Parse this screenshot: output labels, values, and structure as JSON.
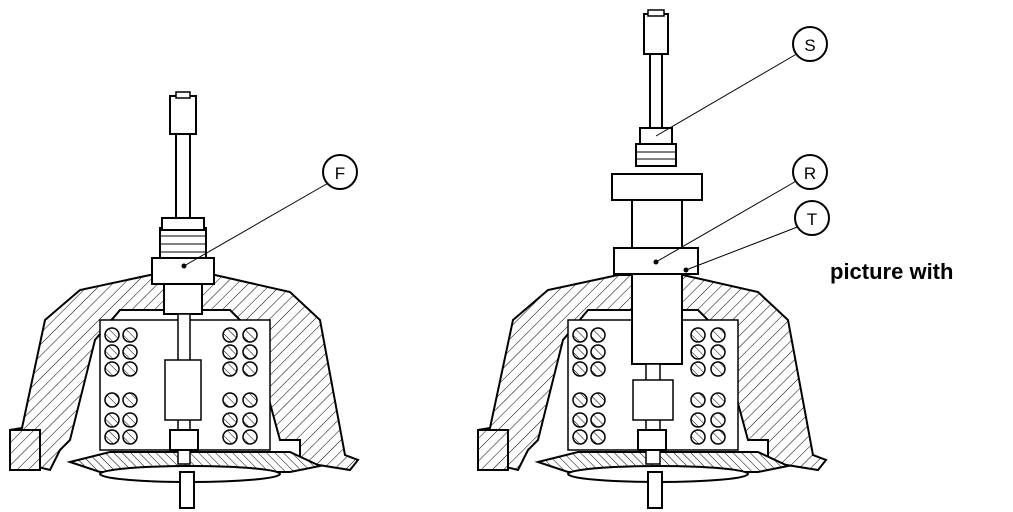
{
  "drawing": {
    "caption": "picture with",
    "callouts": [
      {
        "id": "F",
        "label": "F"
      },
      {
        "id": "S",
        "label": "S"
      },
      {
        "id": "R",
        "label": "R"
      },
      {
        "id": "T",
        "label": "T"
      }
    ]
  }
}
